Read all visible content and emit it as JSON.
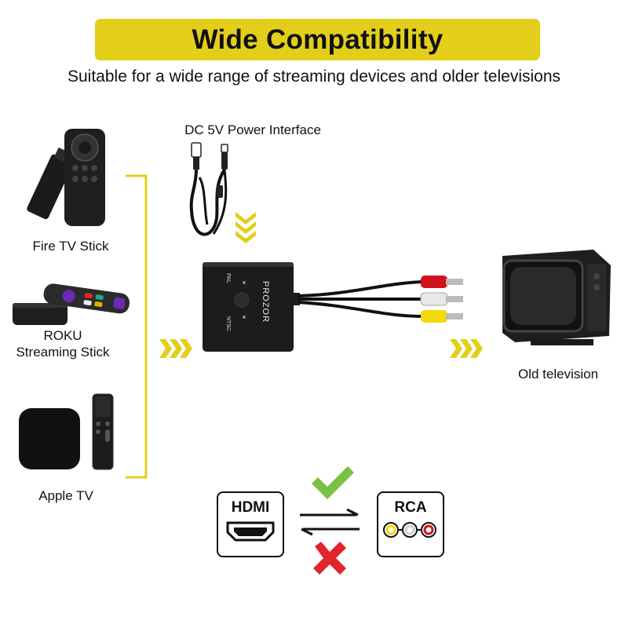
{
  "header": {
    "title": "Wide Compatibility",
    "subtitle": "Suitable for a wide range of streaming devices and older televisions"
  },
  "power": {
    "label": "DC 5V Power Interface"
  },
  "sources": [
    {
      "label": "Fire TV Stick"
    },
    {
      "label_line1": "ROKU",
      "label_line2": "Streaming Stick"
    },
    {
      "label": "Apple TV"
    }
  ],
  "converter": {
    "brand": "PROZOR",
    "switch_top": "PAL",
    "switch_bottom": "NTSC"
  },
  "target": {
    "label": "Old television"
  },
  "signals": {
    "from": "HDMI",
    "to": "RCA"
  },
  "colors": {
    "accent": "#e3cf1a",
    "check": "#7ac143",
    "cross": "#e0262a",
    "rca_yellow": "#f5d90a",
    "rca_white": "#e8e8e8",
    "rca_red": "#d0121b"
  },
  "icons": [
    "check-icon",
    "cross-icon",
    "swap-arrows-icon",
    "hdmi-port-icon",
    "rca-jacks-icon",
    "chevron-arrows-icon"
  ]
}
